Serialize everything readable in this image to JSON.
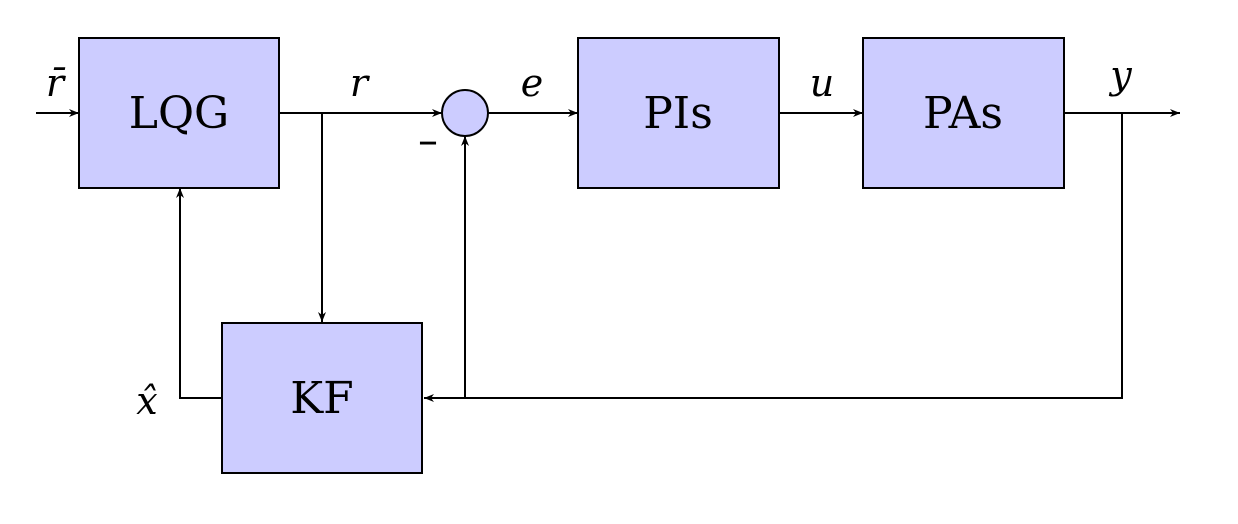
{
  "blocks": {
    "lqg": "LQG",
    "pis": "PIs",
    "pas": "PAs",
    "kf": "KF"
  },
  "signals": {
    "r_bar": "r̄",
    "r": "r",
    "e": "e",
    "u": "u",
    "y": "y",
    "x_hat": "x̂"
  },
  "sum_sign": "–",
  "colors": {
    "block_fill": "#ccccff",
    "line": "#000000"
  }
}
